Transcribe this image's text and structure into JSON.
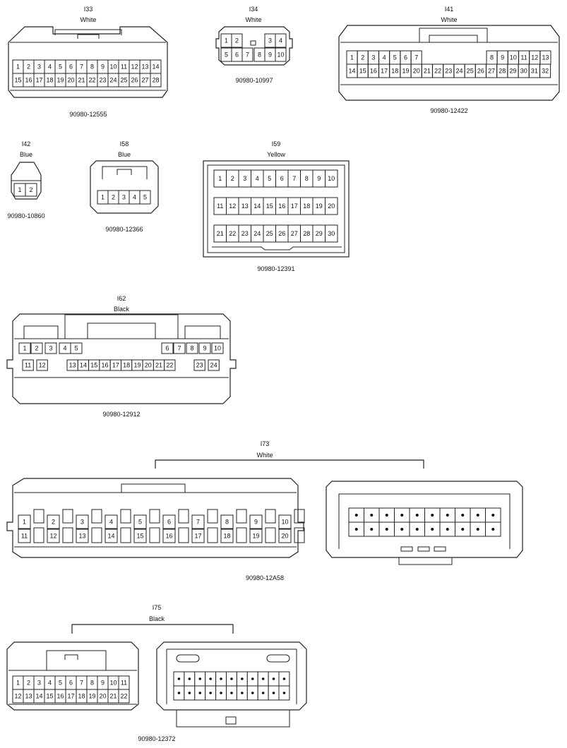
{
  "connectors": [
    {
      "id": "I33",
      "color": "White",
      "part": "90980-12555",
      "pins": 28
    },
    {
      "id": "I34",
      "color": "White",
      "part": "90980-10997",
      "pins": 10
    },
    {
      "id": "I41",
      "color": "White",
      "part": "90980-12422",
      "pins": 32
    },
    {
      "id": "I42",
      "color": "Blue",
      "part": "90980-10860",
      "pins": 2
    },
    {
      "id": "I58",
      "color": "Blue",
      "part": "90980-12366",
      "pins": 5
    },
    {
      "id": "I59",
      "color": "Yellow",
      "part": "90980-12391",
      "pins": 30
    },
    {
      "id": "I62",
      "color": "Black",
      "part": "90980-12912",
      "pins": 24
    },
    {
      "id": "I73",
      "color": "White",
      "part": "90980-12A58",
      "pins": 20
    },
    {
      "id": "I75",
      "color": "Black",
      "part": "90980-12372",
      "pins": 22
    }
  ],
  "pin_labels": {
    "i33": [
      [
        "1",
        "2",
        "3",
        "4",
        "5",
        "6",
        "7",
        "8",
        "9",
        "10",
        "11",
        "12",
        "13",
        "14"
      ],
      [
        "15",
        "16",
        "17",
        "18",
        "19",
        "20",
        "21",
        "22",
        "23",
        "24",
        "25",
        "26",
        "27",
        "28"
      ]
    ],
    "i34": [
      [
        "1",
        "2",
        "3",
        "4"
      ],
      [
        "5",
        "6",
        "7",
        "8",
        "9",
        "10"
      ]
    ],
    "i41": [
      [
        "1",
        "2",
        "3",
        "4",
        "5",
        "6",
        "7",
        "8",
        "9",
        "10",
        "11",
        "12",
        "13"
      ],
      [
        "14",
        "15",
        "16",
        "17",
        "18",
        "19",
        "20",
        "21",
        "22",
        "23",
        "24",
        "25",
        "26",
        "27",
        "28",
        "29",
        "30",
        "31",
        "32"
      ]
    ],
    "i42": [
      "1",
      "2"
    ],
    "i58": [
      "1",
      "2",
      "3",
      "4",
      "5"
    ],
    "i59": [
      [
        "1",
        "2",
        "3",
        "4",
        "5",
        "6",
        "7",
        "8",
        "9",
        "10"
      ],
      [
        "11",
        "12",
        "13",
        "14",
        "15",
        "16",
        "17",
        "18",
        "19",
        "20"
      ],
      [
        "21",
        "22",
        "23",
        "24",
        "25",
        "26",
        "27",
        "28",
        "29",
        "30"
      ]
    ],
    "i62": [
      [
        "1",
        "2",
        "3",
        "4",
        "5",
        "6",
        "7",
        "8",
        "9",
        "10"
      ],
      [
        "11",
        "12",
        "13",
        "14",
        "15",
        "16",
        "17",
        "18",
        "19",
        "20",
        "21",
        "22",
        "23",
        "24"
      ]
    ],
    "i73": [
      [
        "1",
        "2",
        "3",
        "4",
        "5",
        "6",
        "7",
        "8",
        "9",
        "10"
      ],
      [
        "11",
        "12",
        "13",
        "14",
        "15",
        "16",
        "17",
        "18",
        "19",
        "20"
      ]
    ],
    "i75": [
      [
        "1",
        "2",
        "3",
        "4",
        "5",
        "6",
        "7",
        "8",
        "9",
        "10",
        "11"
      ],
      [
        "12",
        "13",
        "14",
        "15",
        "16",
        "17",
        "18",
        "19",
        "20",
        "21",
        "22"
      ]
    ]
  }
}
